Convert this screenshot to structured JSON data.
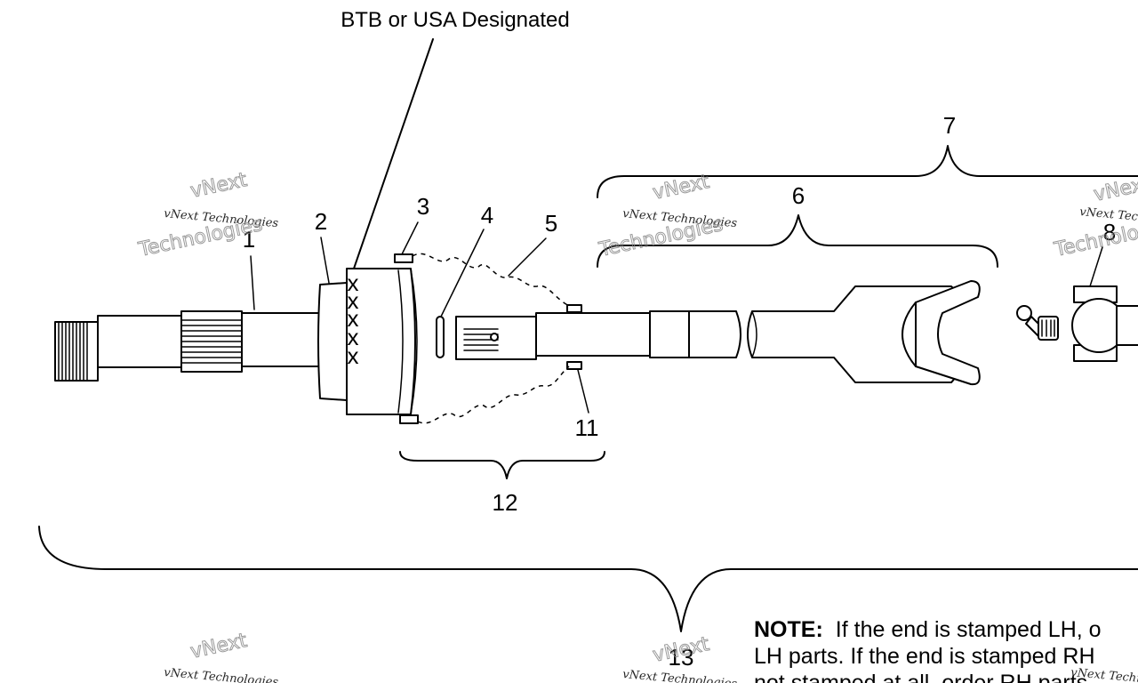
{
  "diagram": {
    "header_label": "BTB or USA Designated",
    "callouts": [
      {
        "id": "1",
        "label": "1"
      },
      {
        "id": "2",
        "label": "2"
      },
      {
        "id": "3",
        "label": "3"
      },
      {
        "id": "4",
        "label": "4"
      },
      {
        "id": "5",
        "label": "5"
      },
      {
        "id": "6",
        "label": "6"
      },
      {
        "id": "7",
        "label": "7"
      },
      {
        "id": "8",
        "label": "8"
      },
      {
        "id": "11",
        "label": "11"
      },
      {
        "id": "12",
        "label": "12"
      },
      {
        "id": "13",
        "label": "13"
      }
    ],
    "stamp_marks": [
      "x",
      "x",
      "x",
      "x",
      "x"
    ],
    "note": {
      "lead": "NOTE:",
      "line1": "If the end is stamped LH, o",
      "line2": "LH parts.  If the end is stamped RH",
      "line3": "not stamped at all, order RH parts"
    },
    "watermark": {
      "line1": "vNext Technologies",
      "line2": "vNext",
      "line3": "Technologies"
    }
  }
}
